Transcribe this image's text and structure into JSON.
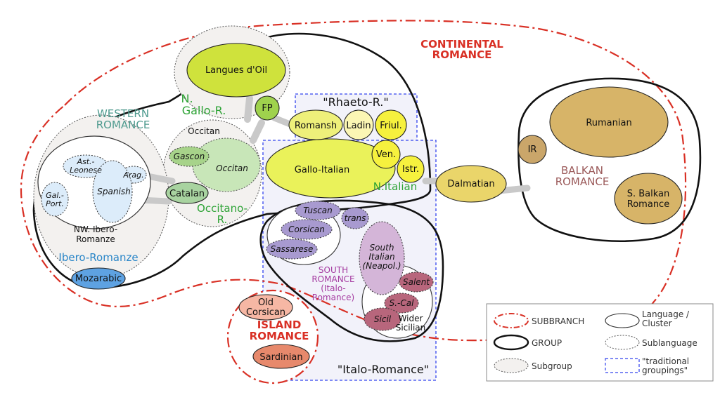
{
  "colors": {
    "subbranch": "#d93025",
    "western": "#4e9a8e",
    "green": "#2ea336",
    "blue": "#2a86c8",
    "balkan": "#9b5a5a",
    "south": "#a43aa0",
    "traditional": "#3344ee",
    "langues_doil": "#cfe23c",
    "fp": "#9fd24d",
    "rhaeto_yellow": "#eef07a",
    "ladin": "#fbf6b4",
    "friul": "#f6f13e",
    "gallo_italian": "#eaf25a",
    "dalmatian": "#ead56a",
    "balkan_brown": "#d7b468",
    "ir": "#caa66a",
    "ibero_blue": "#dcecfa",
    "mozarabic": "#5ea2e2",
    "purple_light": "#a89ad0",
    "purple_mid": "#d4b5d8",
    "maroon": "#b8667c",
    "island_light": "#f6b7a4",
    "sardinian": "#e7896c",
    "occitan_green": "#c8e6b8",
    "gascon": "#a7d38a",
    "catalan": "#a8d3a0",
    "grey_fill": "#f3f1ef",
    "connector": "#c9c9c9"
  },
  "labels": {
    "continental": [
      "CONTINENTAL",
      "ROMANCE"
    ],
    "western": [
      "WESTERN",
      "ROMANCE"
    ],
    "n_gallo": [
      "N.",
      "Gallo-R."
    ],
    "rhaeto": "\"Rhaeto-R.\"",
    "occitan_group": "Occitan",
    "occitano": [
      "Occitano-",
      "R."
    ],
    "nw_ibero": [
      "NW. Ibero-",
      "Romanze"
    ],
    "ibero_romanze": "Ibero-Romanze",
    "n_italian": "N.Italian",
    "balkan": [
      "BALKAN",
      "ROMANCE"
    ],
    "south": [
      "SOUTH",
      "ROMANCE",
      "(Italo-",
      "Romance)"
    ],
    "wider_sicilian": [
      "Wider",
      "Sicilian"
    ],
    "island": [
      "ISLAND",
      "ROMANCE"
    ],
    "italo": "\"Italo-Romance\""
  },
  "languages": {
    "langues_doil": "Langues d'Oil",
    "fp": "FP",
    "romansh": "Romansh",
    "ladin": "Ladin",
    "friul": "Friul.",
    "gallo_italian": "Gallo-Italian",
    "ven": "Ven.",
    "istr": "Istr.",
    "dalmatian": "Dalmatian",
    "rumanian": "Rumanian",
    "ir": "IR",
    "s_balkan": [
      "S. Balkan",
      "Romance"
    ],
    "gascon": "Gascon",
    "occitan": "Occitan",
    "catalan": "Catalan",
    "ast_leonese": [
      "Ast.-",
      "Leonese"
    ],
    "arag": "Arag.",
    "gal_port": [
      "Gal.-",
      "Port."
    ],
    "spanish": "Spanish",
    "mozarabic": "Mozarabic",
    "tuscan": "Tuscan",
    "trans": "trans",
    "corsican": "Corsican",
    "sassarese": "Sassarese",
    "south_italian": [
      "South",
      "Italian",
      "(Neapol.)"
    ],
    "salent": "Salent",
    "s_cal": "S.-Cal",
    "sicil": "Sicil",
    "old_corsican": [
      "Old",
      "Corsican"
    ],
    "sardinian": "Sardinian"
  },
  "legend": {
    "subbranch": "SUBBRANCH",
    "language_cluster": [
      "Language /",
      "Cluster"
    ],
    "group": "GROUP",
    "sublanguage": "Sublanguage",
    "subgroup": "Subgroup",
    "traditional": [
      "\"traditional",
      "groupings\""
    ]
  }
}
